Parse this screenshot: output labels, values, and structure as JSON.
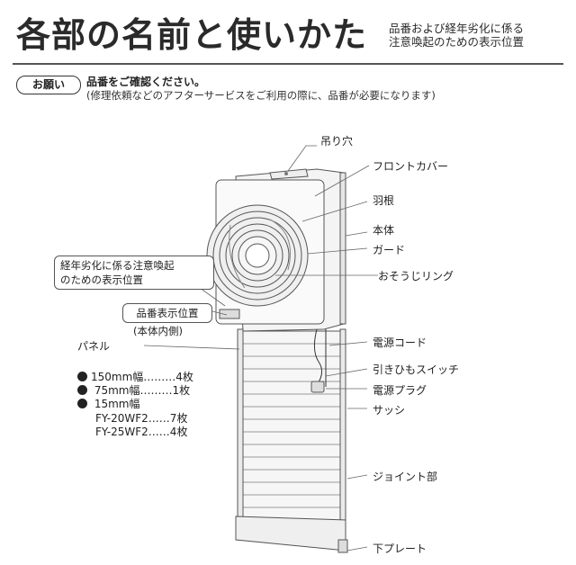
{
  "header": {
    "title": "各部の名前と使いかた",
    "subtitle_line1": "品番および経年劣化に係る",
    "subtitle_line2": "注意喚起のための表示位置"
  },
  "request": {
    "badge": "お願い",
    "main": "品番をご確認ください。",
    "sub": "(修理依頼などのアフターサービスをご利用の際に、品番が必要になります)"
  },
  "parts": {
    "hanger_hole": "吊り穴",
    "front_cover": "フロントカバー",
    "blade": "羽根",
    "body": "本体",
    "guard": "ガード",
    "cleaning_ring": "おそうじリング",
    "power_cord": "電源コード",
    "pull_switch": "引きひもスイッチ",
    "power_plug": "電源プラグ",
    "sash": "サッシ",
    "joint": "ジョイント部",
    "bottom_plate": "下プレート",
    "panel": "パネル"
  },
  "callouts": {
    "aging_line1": "経年劣化に係る注意喚起",
    "aging_line2": "のための表示位置",
    "model_label": "品番表示位置",
    "model_note": "(本体内側)"
  },
  "panel_specs": [
    "150mm幅………4枚",
    " 75mm幅………1枚",
    " 15mm幅"
  ],
  "panel_models": [
    "FY-20WF2……7枚",
    "FY-25WF2……4枚"
  ]
}
